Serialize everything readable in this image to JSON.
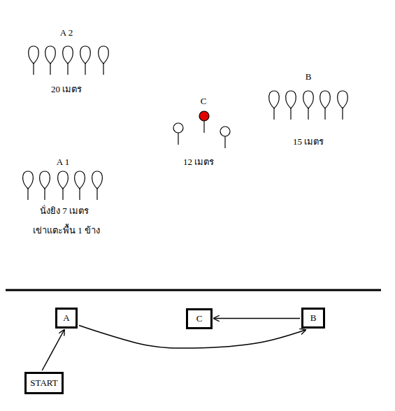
{
  "diagram": {
    "nodes": [
      {
        "text": [
          "A"
        ]
      },
      {
        "text": [
          "C"
        ]
      },
      {
        "text": [
          "B"
        ]
      },
      {
        "text": [
          "START"
        ]
      }
    ],
    "edges": [
      {
        "from": 3,
        "to": 0,
        "arrow": "to"
      },
      {
        "from": 0,
        "to": 2,
        "arrow": "to"
      },
      {
        "from": 2,
        "to": 1,
        "arrow": "to"
      }
    ],
    "labels": [
      "A 2",
      "20 เมตร",
      "C",
      "12 เมตร",
      "B",
      "15 เมตร",
      "A 1",
      "นั่งยิง 7 เมตร",
      "เข่าแตะพื้น 1 ข้าง"
    ]
  }
}
